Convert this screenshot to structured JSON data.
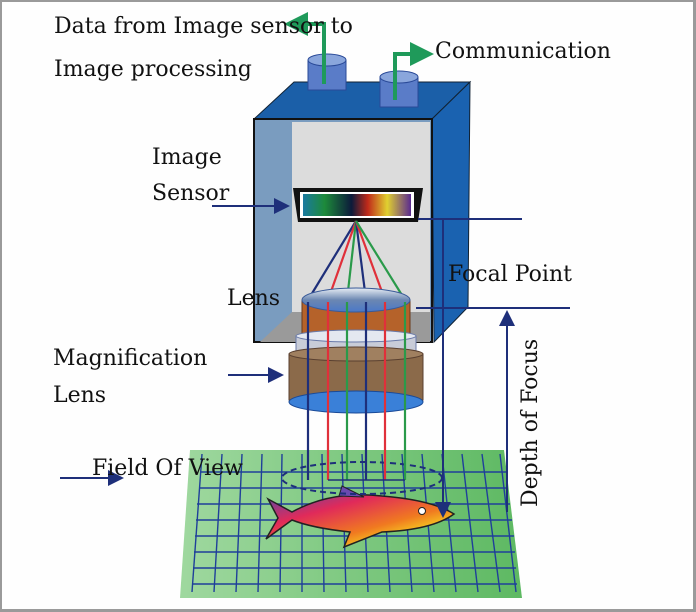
{
  "diagram": {
    "type": "machine-vision-camera-schematic",
    "labels": {
      "data_line1": "Data from Image sensor to",
      "data_line2": "Image processing",
      "communication": "Communication",
      "image_sensor_line1": "Image",
      "image_sensor_line2": "Sensor",
      "lens": "Lens",
      "focal_point": "Focal Point",
      "magnification_line1": "Magnification",
      "magnification_line2": "Lens",
      "field_of_view": "Field Of View",
      "depth_of_focus": "Depth of Focus"
    },
    "colors": {
      "housing_blue": "#1b5fa8",
      "housing_side": "#7a9cbf",
      "interior": "#dcdcdc",
      "arrow_green": "#1f9a5a",
      "ray_blue": "#1e2f7a",
      "ray_red": "#e0303a",
      "ray_green": "#2a9a4a",
      "lens_brown": "#b5622a",
      "mag_lens_brown": "#8b6a4a",
      "grid_green": "#6cc26a",
      "grid_line": "#1f3f9a"
    }
  }
}
